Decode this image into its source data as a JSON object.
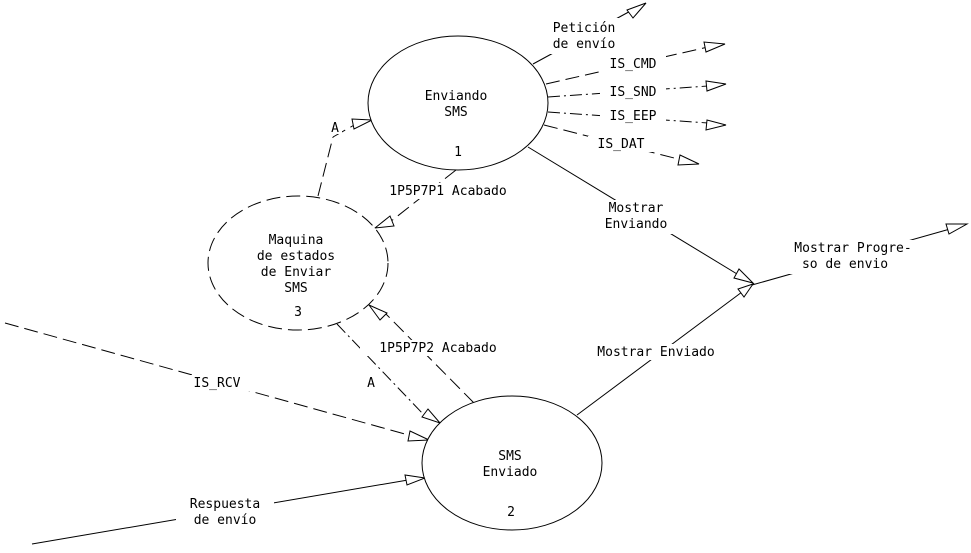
{
  "nodes": {
    "enviando": {
      "line1": "Enviando",
      "line2": "SMS",
      "number": "1"
    },
    "enviado": {
      "line1": "SMS",
      "line2": "Enviado",
      "number": "2"
    },
    "maquina": {
      "line1": "Maquina",
      "line2": "de estados",
      "line3": "de Enviar",
      "line4": "SMS",
      "number": "3"
    }
  },
  "flows": {
    "peticion": {
      "line1": "Petición",
      "line2": "de envío"
    },
    "is_cmd": "IS_CMD",
    "is_snd": "IS_SND",
    "is_eep": "IS_EEP",
    "is_dat": "IS_DAT",
    "mostrar_enviando": {
      "line1": "Mostrar",
      "line2": "Enviando"
    },
    "mostrar_progreso": {
      "line1": "Mostrar Progre-",
      "line2": "so de envio"
    },
    "mostrar_enviado": "Mostrar Enviado",
    "acabado1": "1P5P7P1 Acabado",
    "acabado2": "1P5P7P2 Acabado",
    "is_rcv": "IS_RCV",
    "respuesta": {
      "line1": "Respuesta",
      "line2": "de envío"
    },
    "a_top": "A",
    "a_bottom": "A"
  }
}
